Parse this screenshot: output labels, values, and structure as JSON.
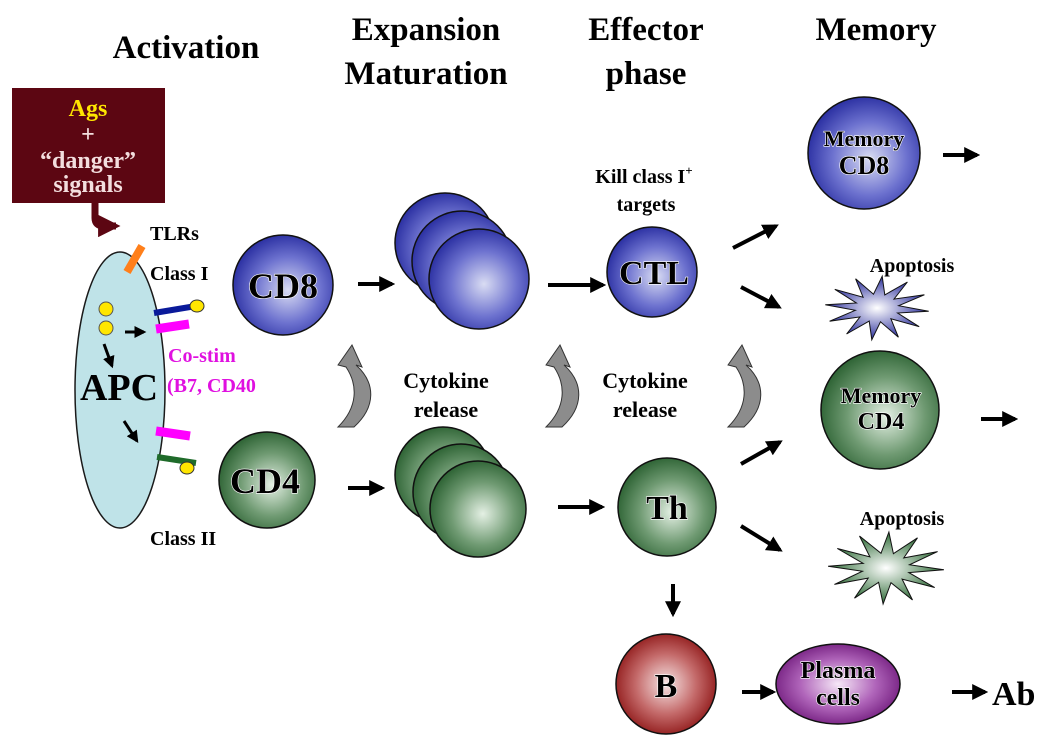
{
  "headers": {
    "activation": "Activation",
    "expansion_line1": "Expansion",
    "expansion_line2": "Maturation",
    "effector_line1": "Effector",
    "effector_line2": "phase",
    "memory": "Memory"
  },
  "signal_box": {
    "line1": "Ags",
    "line2": "+",
    "line3": "“danger”",
    "line4": "signals"
  },
  "apc": {
    "label": "APC",
    "tlrs": "TLRs",
    "class1": "Class I",
    "class2": "Class II",
    "costim_line1": "Co-stim",
    "costim_line2": "(B7, CD40"
  },
  "cells": {
    "cd8": "CD8",
    "cd4": "CD4",
    "ctl": "CTL",
    "th": "Th",
    "b": "B",
    "plasma_line1": "Plasma",
    "plasma_line2": "cells",
    "memory_cd8_line1": "Memory",
    "memory_cd8_line2": "CD8",
    "memory_cd4_line1": "Memory",
    "memory_cd4_line2": "CD4"
  },
  "labels": {
    "kill_line1": "Kill class I",
    "kill_sup": "+",
    "kill_line2": "targets",
    "cytokine1_line1": "Cytokine",
    "cytokine1_line2": "release",
    "cytokine2_line1": "Cytokine",
    "cytokine2_line2": "release",
    "apoptosis_cd8": "Apoptosis",
    "apoptosis_cd4": "Apoptosis",
    "ab": "Ab"
  },
  "colors": {
    "cd8_blue": "#2b2fa8",
    "cd4_green": "#2e6b35",
    "b_red": "#9a1c1c",
    "plasma_purple": "#7a1a86",
    "signal_box": "#5c0612",
    "apc_fill": "#bfe3e8",
    "costim_magenta": "#ff00ff",
    "tlr_orange": "#ff7f1a",
    "ags_yellow": "#ffe600",
    "cytokine_arrow_gray": "#8c8c8c"
  }
}
